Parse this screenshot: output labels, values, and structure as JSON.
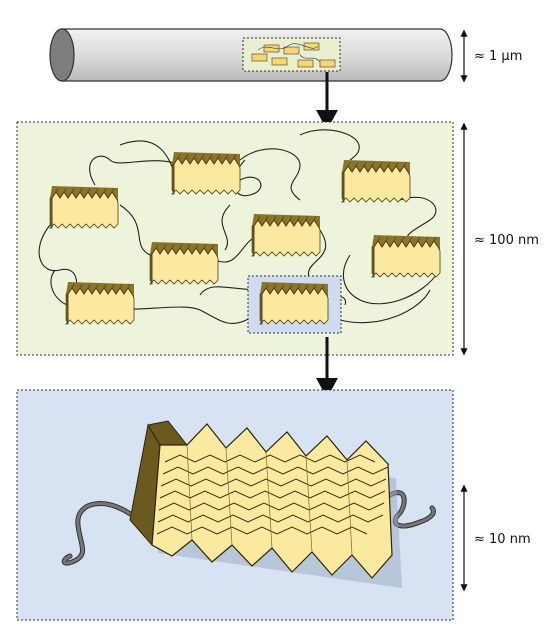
{
  "scales": {
    "fiber": "≈ 1 µm",
    "network": "≈ 100 nm",
    "crystal": "≈ 10 nm"
  },
  "colors": {
    "fiber_fill": "#dedede",
    "network_panel": "#eef3dc",
    "zoom_panel": "#d7e3f3",
    "crystal_top": "#fbe9a0",
    "crystal_side": "#6b5a1e",
    "arrow": "#111111"
  },
  "icons": {
    "down_arrow": "down-arrow-icon",
    "dimension_arrow": "double-headed-arrow-icon"
  }
}
